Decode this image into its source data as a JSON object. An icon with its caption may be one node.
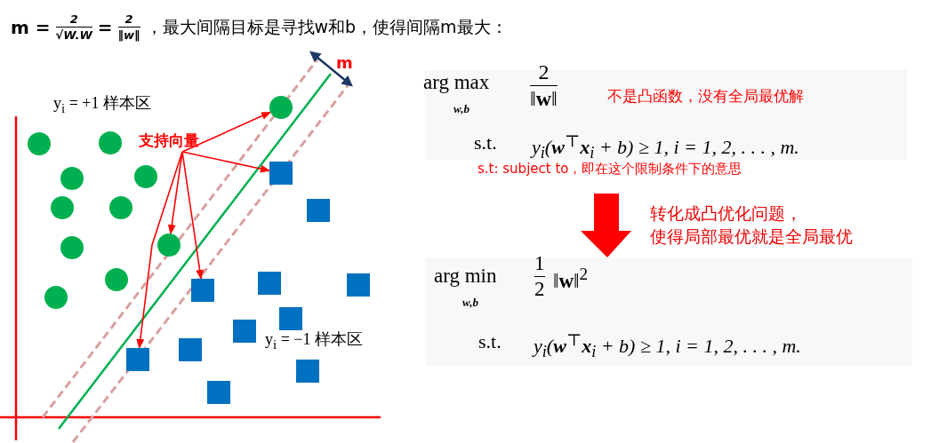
{
  "diagram": {
    "nodes": [
      {
        "text": [
          "支持向量"
        ]
      },
      {
        "text": [],
        "shape": "circle"
      },
      {
        "text": [],
        "shape": "circle"
      },
      {
        "text": [],
        "shape": "circle"
      },
      {
        "text": [],
        "shape": "box"
      },
      {
        "text": [],
        "shape": "circle"
      },
      {
        "text": [],
        "shape": "circle"
      },
      {
        "text": [],
        "shape": "circle"
      },
      {
        "text": [],
        "shape": "circle"
      },
      {
        "text": [],
        "shape": "box"
      },
      {
        "text": [],
        "shape": "circle"
      },
      {
        "text": [],
        "shape": "circle"
      },
      {
        "text": [],
        "shape": "circle"
      },
      {
        "text": [],
        "shape": "box"
      },
      {
        "text": [],
        "shape": "box"
      },
      {
        "text": [],
        "shape": "box"
      },
      {
        "text": [],
        "shape": "circle"
      },
      {
        "text": [],
        "shape": "box"
      },
      {
        "text": [],
        "shape": "box"
      },
      {
        "text": [],
        "shape": "box"
      },
      {
        "text": [],
        "shape": "box"
      },
      {
        "text": [],
        "shape": "box"
      },
      {
        "text": [],
        "shape": "box"
      }
    ],
    "edges": [
      {
        "from": 0,
        "to": 1,
        "arrow": "to"
      },
      {
        "from": 0,
        "to": 4,
        "arrow": "to"
      },
      {
        "from": 0,
        "to": 10,
        "arrow": "to"
      },
      {
        "from": 0,
        "to": 15,
        "arrow": "to"
      },
      {
        "from": 0,
        "to": 20,
        "arrow": "to"
      }
    ],
    "labels": [
      "m =",
      "2",
      "√W.W",
      "=",
      "2",
      "‖w‖",
      "，最大间隔目标是寻找w和b，使得间隔m最大：",
      "m",
      "y$_{i}$ = +1 样本区",
      "y$_{i}$ = −1 样本区",
      "arg max",
      "w,b",
      "2",
      "‖**w**‖",
      "不是凸函数，没有全局最优解",
      "s.t.",
      "y$_{i}$(**w**$^{⊤}$**x**$_{i}$ + b) ≥ 1,  i = 1, 2, . . . , m.",
      "s.t: subject to，即在这个限制条件下的意思",
      "转化成凸优化问题，使得局部最优就是全局最优",
      "arg min",
      "w,b",
      "1",
      "2",
      "‖**w**‖$^{2}$",
      "s.t.",
      "y$_{i}$(**w**$^{⊤}$**x**$_{i}$ + b) ≥ 1,  i = 1, 2, . . . , m."
    ]
  }
}
